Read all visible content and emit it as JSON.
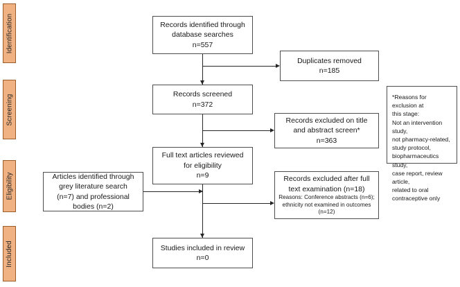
{
  "diagram": {
    "title": "PRISMA study selection flow diagram",
    "accent_color": "#f0b183",
    "border_color": "#4d4d4d",
    "stages": [
      {
        "label": "Identification"
      },
      {
        "label": "Screening"
      },
      {
        "label": "Eligibility"
      },
      {
        "label": "Included"
      }
    ],
    "boxes": {
      "records_identified": {
        "line1": "Records identified through",
        "line2": "database searches",
        "line3": "n=557"
      },
      "duplicates_removed": {
        "line1": "Duplicates removed",
        "line2": "n=185"
      },
      "records_screened": {
        "line1": "Records screened",
        "line2": "n=372"
      },
      "records_excluded_title_abstract": {
        "line1": "Records excluded on title",
        "line2": "and abstract screen*",
        "line3": "n=363"
      },
      "exclusion_reasons_note": {
        "line1": "*Reasons for exclusion at",
        "line2": "this stage:",
        "line3": "Not an intervention study,",
        "line4": "not pharmacy-related,",
        "line5": "study protocol,",
        "line6": "biopharmaceutics study,",
        "line7": "case report, review article,",
        "line8": "related to oral",
        "line9": "contraceptive only"
      },
      "full_text_reviewed": {
        "line1": "Full text articles reviewed",
        "line2": "for eligibility",
        "line3": "n=9"
      },
      "grey_literature": {
        "line1": "Articles identified through",
        "line2": "grey literature search",
        "line3": "(n=7) and professional",
        "line4": "bodies (n=2)"
      },
      "records_excluded_full_text": {
        "line1": "Records excluded after full",
        "line2": "text examination (n=18)",
        "line3": "Reasons: Conference abstracts (n=6);",
        "line4": "ethnicity not examined in outcomes",
        "line5": "(n=12)"
      },
      "studies_included": {
        "line1": "Studies included in review",
        "line2": "n=0"
      }
    }
  }
}
